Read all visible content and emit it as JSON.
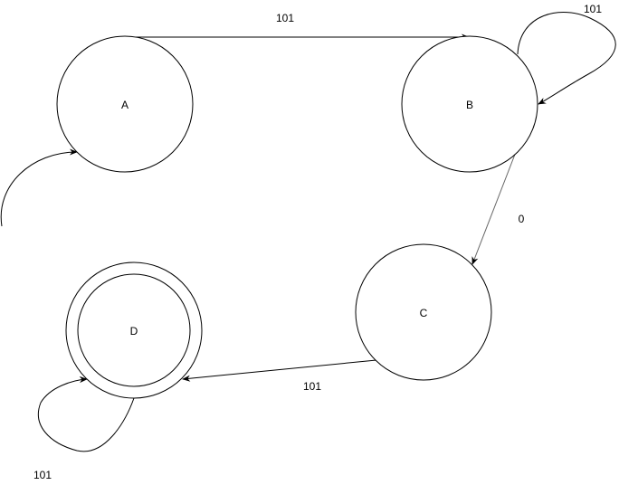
{
  "diagram": {
    "states": [
      {
        "id": "A",
        "label": "A",
        "accepting": false
      },
      {
        "id": "B",
        "label": "B",
        "accepting": false
      },
      {
        "id": "C",
        "label": "C",
        "accepting": false
      },
      {
        "id": "D",
        "label": "D",
        "accepting": true
      }
    ],
    "transitions": [
      {
        "from": "A",
        "to": "B",
        "label": "101"
      },
      {
        "from": "B",
        "to": "B",
        "label": "101"
      },
      {
        "from": "B",
        "to": "C",
        "label": "0"
      },
      {
        "from": "C",
        "to": "D",
        "label": "101"
      },
      {
        "from": "D",
        "to": "D",
        "label": "101"
      }
    ],
    "start_state": "A"
  }
}
